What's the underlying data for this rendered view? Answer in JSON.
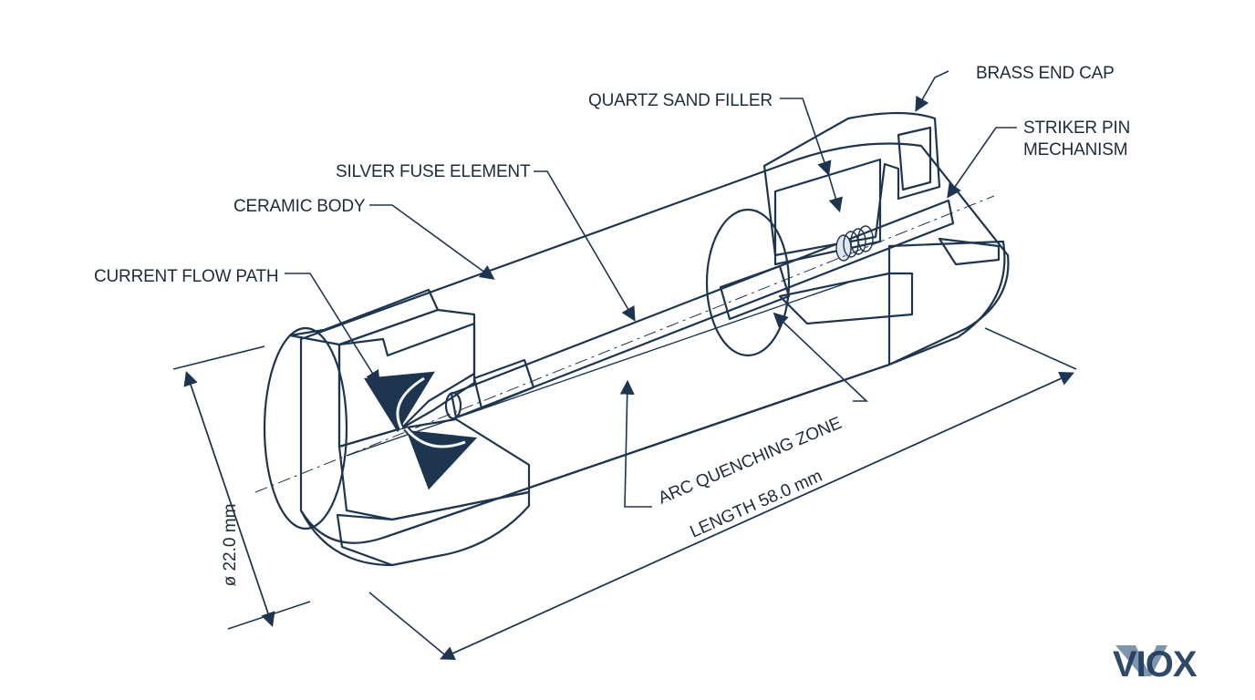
{
  "labels": {
    "brass_end_cap": "BRASS END CAP",
    "quartz_sand_filler": "QUARTZ SAND FILLER",
    "striker_pin_line1": "STRIKER PIN",
    "striker_pin_line2": "MECHANISM",
    "silver_fuse_element": "SILVER FUSE ELEMENT",
    "ceramic_body": "CERAMIC BODY",
    "current_flow_path": "CURRENT FLOW PATH",
    "arc_quenching_zone": "ARC QUENCHING ZONE"
  },
  "dimensions": {
    "diameter": "ø 22.0 mm",
    "length": "LENGTH 58.0 mm"
  },
  "brand": {
    "logo_text": "VIOX"
  },
  "colors": {
    "ink": "#1e3550",
    "body_fill": "#e3eaf3",
    "body_shade": "#c9d6e6",
    "sand": "#eef2f7"
  }
}
